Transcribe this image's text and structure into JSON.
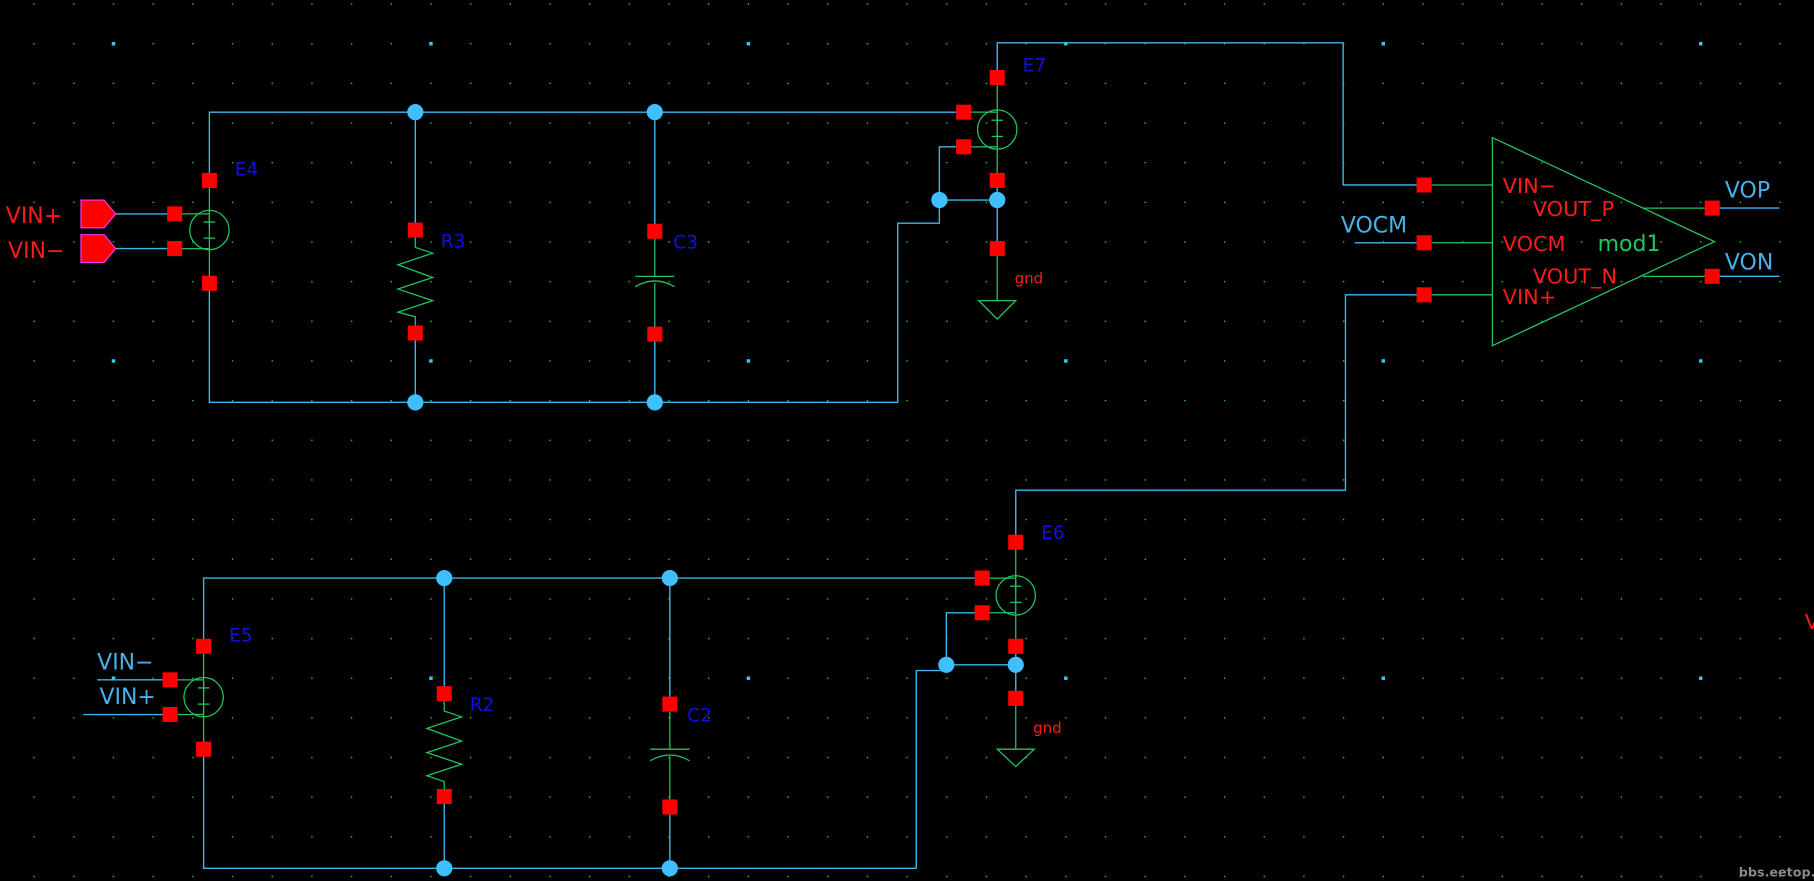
{
  "schematic": {
    "instances": {
      "E4": "E4",
      "E5": "E5",
      "E6": "E6",
      "E7": "E7",
      "R3": "R3",
      "R2": "R2",
      "C3": "C3",
      "C2": "C2",
      "amp": "mod1"
    },
    "gnd_labels": [
      "gnd",
      "gnd"
    ],
    "input_pins": {
      "vin_plus": "VIN+",
      "vin_minus": "VIN−"
    },
    "E5_nets": {
      "top": "VIN−",
      "bottom": "VIN+"
    },
    "amp_pins": {
      "vin_minus": "VIN−",
      "vocm": "VOCM",
      "vin_plus": "VIN+",
      "vout_p": "VOUT_P",
      "vout_n": "VOUT_N"
    },
    "nets": {
      "vocm": "VOCM",
      "vop": "VOP",
      "von": "VON",
      "edge": "V"
    },
    "colors": {
      "background": "#000000",
      "wire": "#3fb6ea",
      "symbol": "#22c55e",
      "pin": "#ff0000",
      "instance_label": "#1010e0",
      "net_label": "#4ab0ea"
    }
  },
  "watermark": "bbs.eetop.cn"
}
